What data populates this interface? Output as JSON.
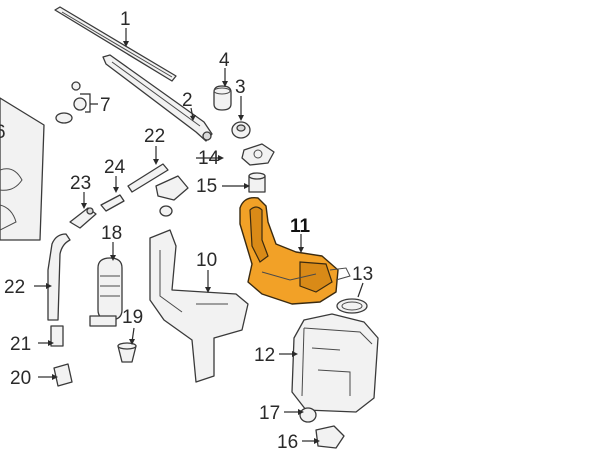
{
  "highlight_color": "#f2a127",
  "callouts": [
    {
      "id": "c1",
      "text": "1"
    },
    {
      "id": "c2",
      "text": "2"
    },
    {
      "id": "c3",
      "text": "3"
    },
    {
      "id": "c4",
      "text": "4"
    },
    {
      "id": "c6",
      "text": "6"
    },
    {
      "id": "c7",
      "text": "7"
    },
    {
      "id": "c22a",
      "text": "22"
    },
    {
      "id": "c14",
      "text": "14"
    },
    {
      "id": "c24",
      "text": "24"
    },
    {
      "id": "c23",
      "text": "23"
    },
    {
      "id": "c15",
      "text": "15"
    },
    {
      "id": "c11",
      "text": "11"
    },
    {
      "id": "c18",
      "text": "18"
    },
    {
      "id": "c10",
      "text": "10"
    },
    {
      "id": "c22b",
      "text": "22"
    },
    {
      "id": "c13",
      "text": "13"
    },
    {
      "id": "c19",
      "text": "19"
    },
    {
      "id": "c21",
      "text": "21"
    },
    {
      "id": "c12",
      "text": "12"
    },
    {
      "id": "c20",
      "text": "20"
    },
    {
      "id": "c17",
      "text": "17"
    },
    {
      "id": "c16",
      "text": "16"
    }
  ]
}
